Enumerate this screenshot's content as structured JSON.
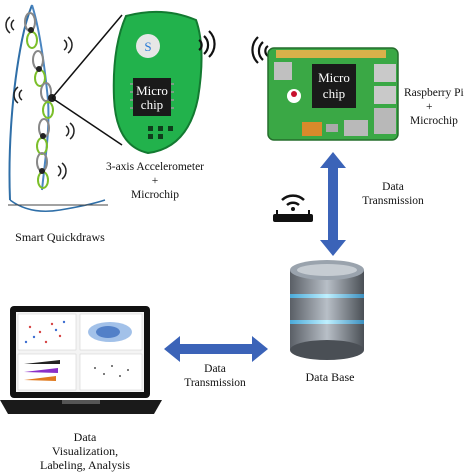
{
  "labels": {
    "quickdraws": "Smart Quickdraws",
    "accel_line1": "3-axis Accelerometer",
    "accel_line2": "+",
    "accel_line3": "Microchip",
    "rpi_line1": "Raspberry Pi",
    "rpi_line2": "+",
    "rpi_line3": "Microchip",
    "data_tx_vertical_line1": "Data",
    "data_tx_vertical_line2": "Transmission",
    "data_tx_horizontal_line1": "Data",
    "data_tx_horizontal_line2": "Transmission",
    "database": "Data Base",
    "viz_line1": "Data",
    "viz_line2": "Visualization,",
    "viz_line3": "Labeling, Analysis",
    "chip_line1": "Micro",
    "chip_line2": "chip",
    "rpi_chip_line1": "Micro",
    "rpi_chip_line2": "chip",
    "board_logo": "S"
  },
  "colors": {
    "board_green": "#22b24c",
    "rpi_green": "#3aa845",
    "arrow_blue": "#3b63b8",
    "chip_black": "#1a1a1a"
  },
  "icons": [
    "wifi-icon",
    "router-icon",
    "database-icon",
    "laptop-icon",
    "carabiner-icon"
  ]
}
